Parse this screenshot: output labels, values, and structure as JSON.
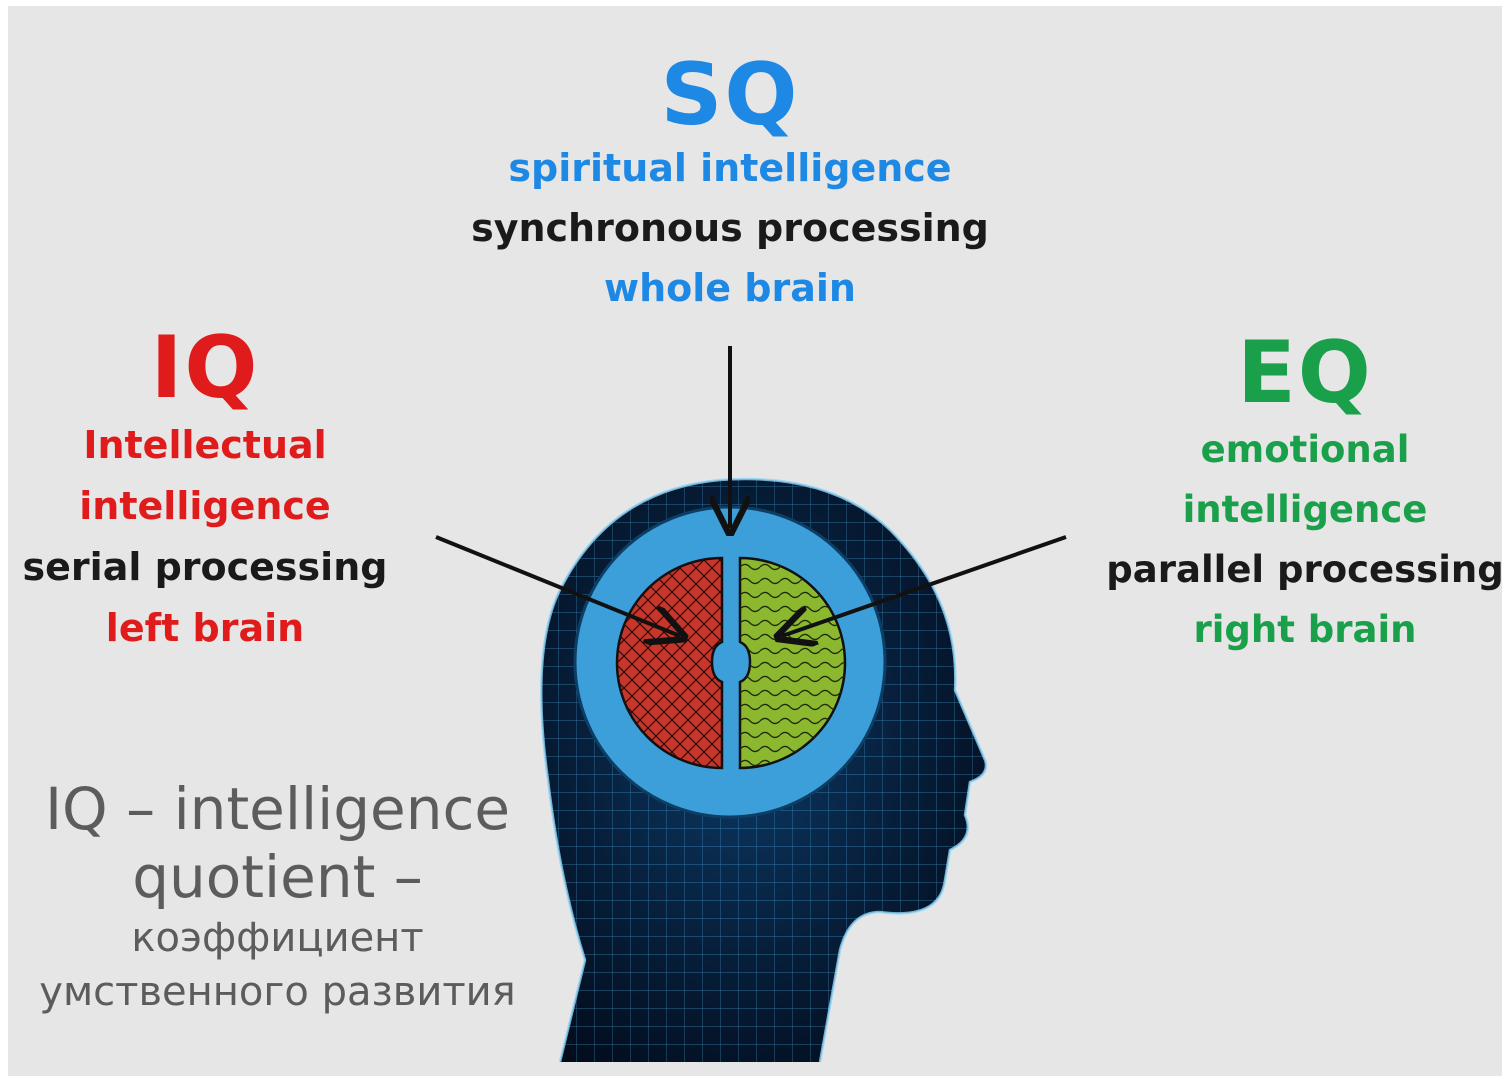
{
  "sq": {
    "abbr": "SQ",
    "line1": "spiritual intelligence",
    "line2": "synchronous processing",
    "line3": "whole brain"
  },
  "iq": {
    "abbr": "IQ",
    "line1": "Intellectual",
    "line2": "intelligence",
    "line3": "serial processing",
    "line4": "left brain"
  },
  "eq": {
    "abbr": "EQ",
    "line1": "emotional",
    "line2": "intelligence",
    "line3": "parallel processing",
    "line4": "right brain"
  },
  "caption": {
    "line1": "IQ – intelligence",
    "line2": "quotient –",
    "line3": "коэффициент",
    "line4": "умственного развития"
  },
  "colors": {
    "sq": "#1e88e5",
    "iq": "#e01b1b",
    "eq": "#1aa04a",
    "dark": "#1a1a1a",
    "ring": "#3d9fd9",
    "left_hemisphere": "#c8352b",
    "right_hemisphere": "#8bb82f"
  }
}
